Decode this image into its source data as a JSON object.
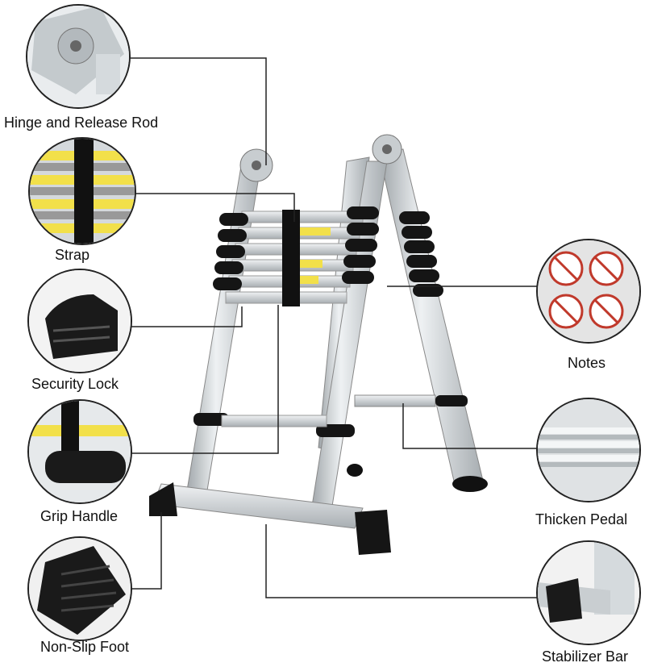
{
  "callouts": {
    "hinge": "Hinge and Release Rod",
    "strap": "Strap",
    "security_lock": "Security Lock",
    "grip_handle": "Grip Handle",
    "non_slip_foot": "Non-Slip Foot",
    "notes": "Notes",
    "thicken_pedal": "Thicken Pedal",
    "stabilizer_bar": "Stabilizer Bar"
  },
  "colors": {
    "line": "#222222",
    "aluminum": "#d9dde0",
    "rubber": "#1a1a1a",
    "label_yellow": "#f2e04a",
    "warning_red": "#c0392b"
  }
}
